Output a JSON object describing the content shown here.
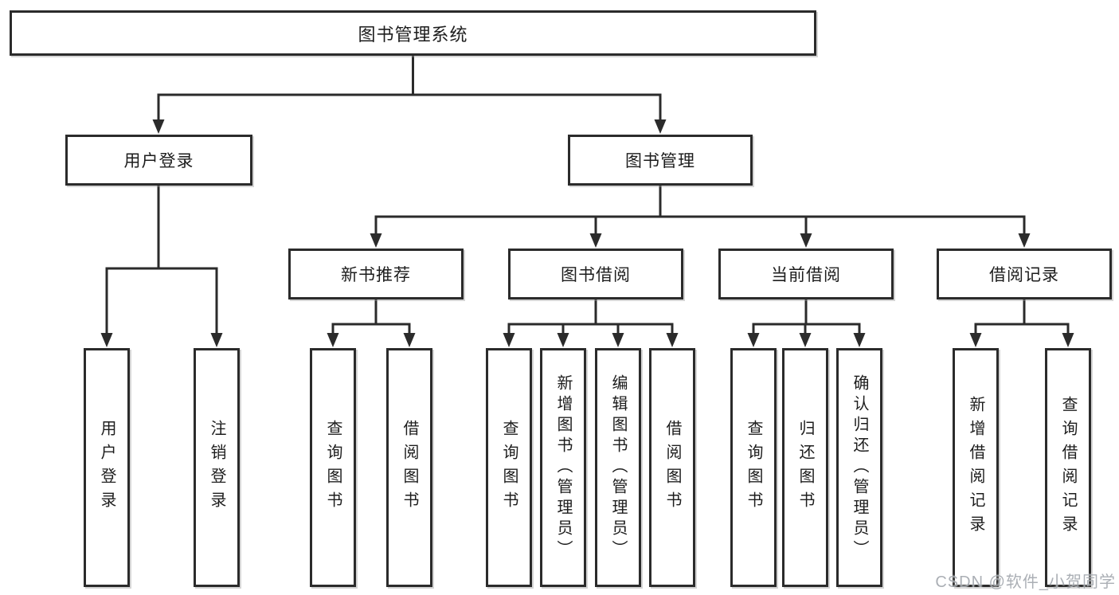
{
  "diagram": {
    "root": {
      "label": "图书管理系统"
    },
    "branches": [
      {
        "label": "用户登录",
        "children": [
          {
            "label": "用户登录"
          },
          {
            "label": "注销登录"
          }
        ]
      },
      {
        "label": "图书管理",
        "children": [
          {
            "label": "新书推荐",
            "children": [
              {
                "label": "查询图书"
              },
              {
                "label": "借阅图书"
              }
            ]
          },
          {
            "label": "图书借阅",
            "children": [
              {
                "label": "查询图书"
              },
              {
                "label": "新增图书（管理员）"
              },
              {
                "label": "编辑图书（管理员）"
              },
              {
                "label": "借阅图书"
              }
            ]
          },
          {
            "label": "当前借阅",
            "children": [
              {
                "label": "查询图书"
              },
              {
                "label": "归还图书"
              },
              {
                "label": "确认归还（管理员）"
              }
            ]
          },
          {
            "label": "借阅记录",
            "children": [
              {
                "label": "新增借阅记录"
              },
              {
                "label": "查询借阅记录"
              }
            ]
          }
        ]
      }
    ]
  },
  "watermark": {
    "text": "CSDN @软件_小贺同学"
  },
  "colors": {
    "line": "#2b2b2b",
    "box_border": "#2b2b2b",
    "box_background": "#ffffff",
    "text": "#1d1d1d",
    "watermark": "#a4a9af"
  }
}
